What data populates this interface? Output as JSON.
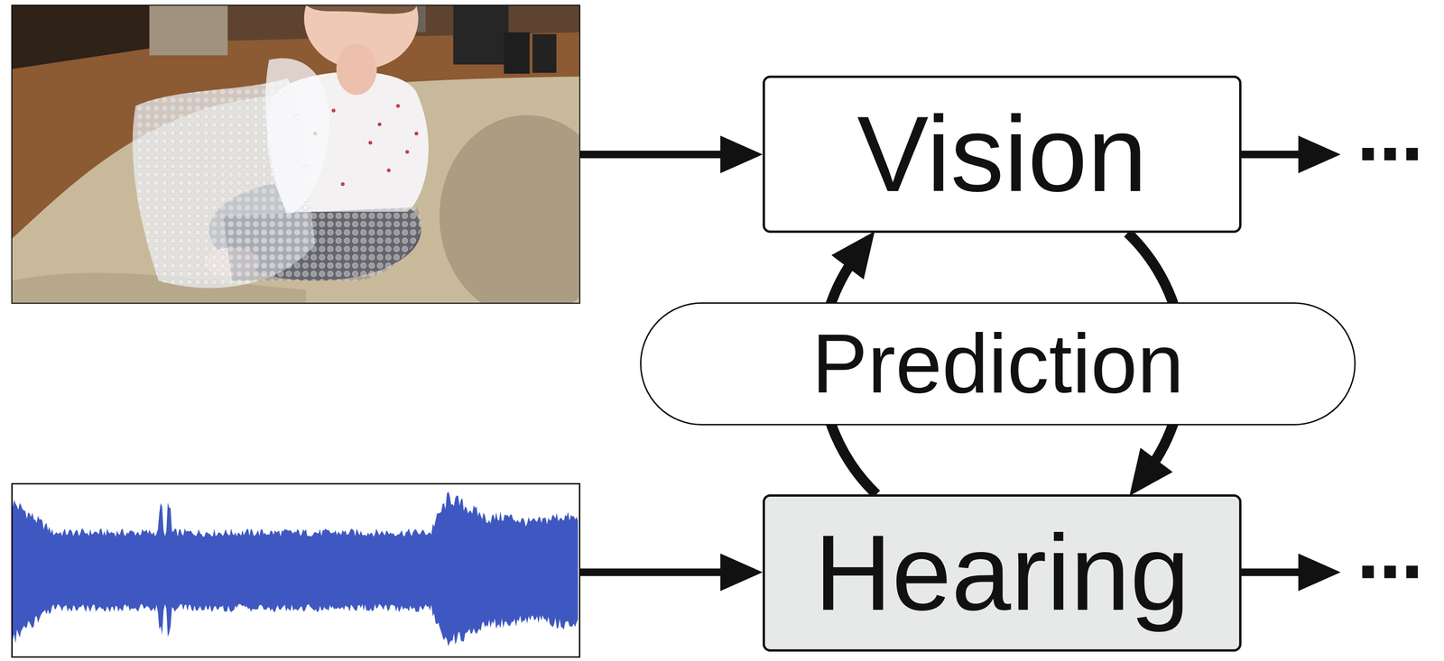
{
  "diagram": {
    "nodes": [
      {
        "text": [
          "Vision"
        ]
      },
      {
        "text": [
          "Prediction"
        ]
      },
      {
        "text": [
          "Hearing"
        ]
      }
    ],
    "edges": [
      {
        "from": 0,
        "to": 2,
        "arrow": "to"
      },
      {
        "from": 2,
        "to": 0,
        "arrow": "to"
      }
    ],
    "labels": [
      "⋯",
      "⋯"
    ]
  }
}
